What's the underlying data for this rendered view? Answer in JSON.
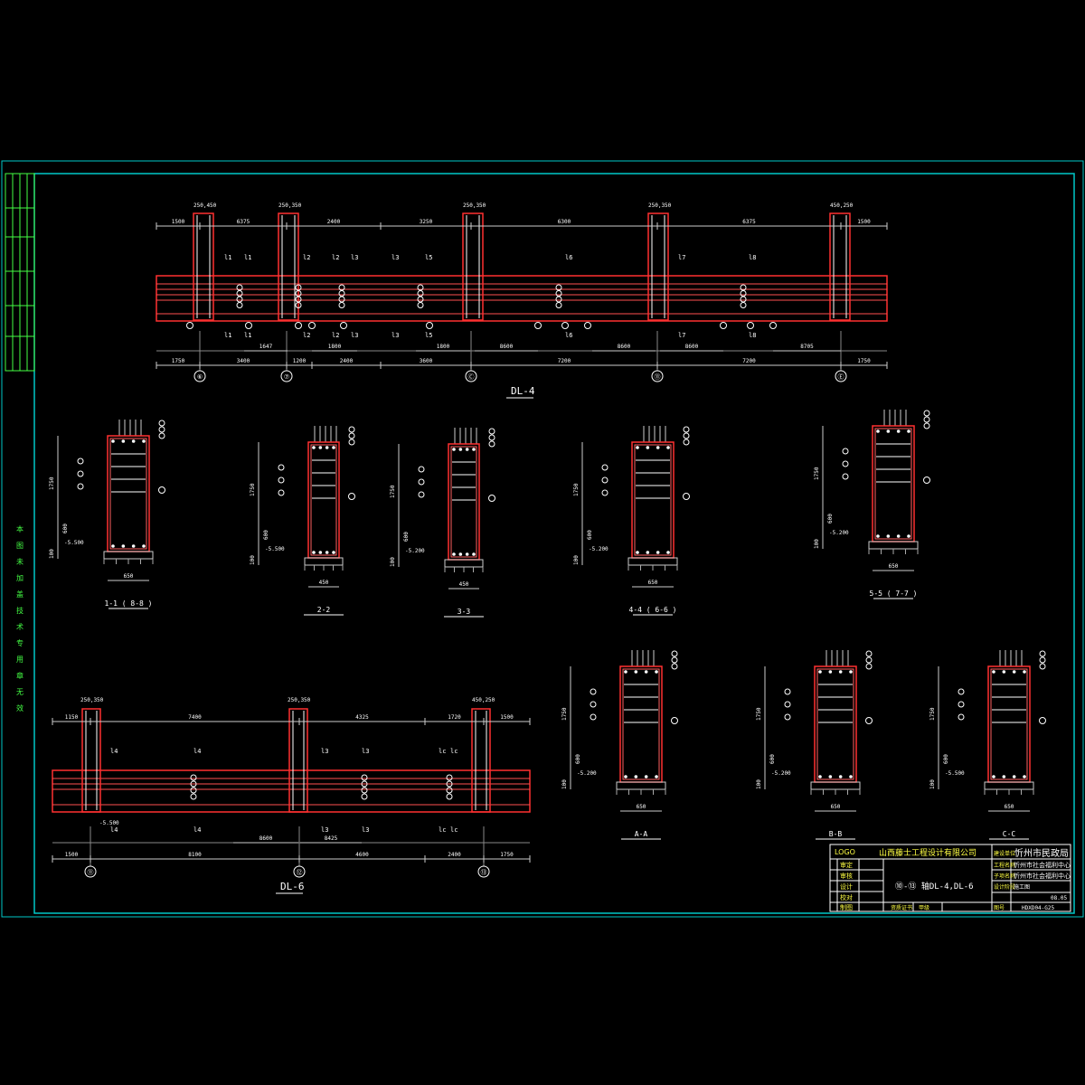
{
  "side_note": "本图未加盖技术专用章无效",
  "dl4": {
    "label": "DL-4",
    "axes": [
      "⑥",
      "⑦",
      "Ⓒ",
      "⑪",
      "Ⓔ"
    ],
    "bottom_dims": [
      "1750",
      "3400",
      "1200",
      "2400",
      "3600",
      "7200",
      "7200",
      "1750"
    ],
    "top_dims": [
      "1500",
      "6375",
      "2400",
      "3250",
      "6300",
      "6375",
      "1500"
    ],
    "column_sizes": [
      "250,450",
      "250,350",
      "250,350",
      "250,350",
      "450,250"
    ],
    "span_labels": [
      "l1",
      "l1",
      "l2",
      "l2",
      "l3",
      "l3",
      "l5",
      "l6",
      "l7",
      "l8"
    ],
    "lower_dims": [
      "1647",
      "1800",
      "1800",
      "8600",
      "8600",
      "8600",
      "8705"
    ]
  },
  "dl6": {
    "label": "DL-6",
    "axes": [
      "⑪",
      "⑫",
      "⑬"
    ],
    "bottom_dims": [
      "1500",
      "8100",
      "4600",
      "2400",
      "1750"
    ],
    "top_dims": [
      "1150",
      "7400",
      "4325",
      "1720",
      "1500"
    ],
    "column_sizes": [
      "250,350",
      "250,350",
      "450,250"
    ],
    "span_labels": [
      "l4",
      "l4",
      "l3",
      "l3",
      "lc",
      "lc"
    ],
    "lower_dims": [
      "8600",
      "8425"
    ],
    "elevation": "-5.500"
  },
  "sections_top": [
    {
      "label": "1-1 ( 8-8 )",
      "width": "650",
      "height": "1750",
      "offset": "600",
      "base": "100",
      "elevation": "-5.500"
    },
    {
      "label": "2-2",
      "width": "450",
      "height": "1750",
      "offset": "600",
      "base": "100",
      "elevation": "-5.500"
    },
    {
      "label": "3-3",
      "width": "450",
      "height": "1750",
      "offset": "600",
      "base": "100",
      "elevation": "-5.200"
    },
    {
      "label": "4-4 ( 6-6 )",
      "width": "650",
      "height": "1750",
      "offset": "600",
      "base": "100",
      "elevation": "-5.200"
    },
    {
      "label": "5-5 ( 7-7 )",
      "width": "650",
      "height": "1750",
      "offset": "600",
      "base": "100",
      "elevation": "-5.200"
    }
  ],
  "sections_bottom": [
    {
      "label": "A-A",
      "width": "650",
      "height": "1750",
      "offset": "600",
      "base": "100",
      "elevation": "-5.200"
    },
    {
      "label": "B-B",
      "width": "650",
      "height": "1750",
      "offset": "600",
      "base": "100",
      "elevation": "-5.200"
    },
    {
      "label": "C-C",
      "width": "650",
      "height": "1750",
      "offset": "600",
      "base": "100",
      "elevation": "-5.500"
    }
  ],
  "title_block": {
    "company": "山西藤士工程设计有限公司",
    "company_logo": "LOGO",
    "client_label": "建设单位",
    "client": "忻州市民政局",
    "project_label": "工程名称",
    "project": "忻州市社会福利中心",
    "item_label": "子项名称",
    "item": "忻州市社会福利中心",
    "drawing_title": "⑩-⑬ 轴DL-4,DL-6",
    "roles": [
      "审定",
      "审核",
      "设计",
      "校对",
      "制图"
    ],
    "stage_label": "设计阶段",
    "stage": "施工图",
    "date": "08.05",
    "drawing_no_label": "图号",
    "drawing_no": "HDXD04-G25",
    "cert_label": "资质证书",
    "cert": "甲级"
  },
  "colors": {
    "frame": "#00c8c8",
    "concrete": "#ff2020",
    "rebar": "#ffffff",
    "dimension": "#c8c8c8",
    "title_text": "#ffff40",
    "side_text": "#40ff40"
  }
}
